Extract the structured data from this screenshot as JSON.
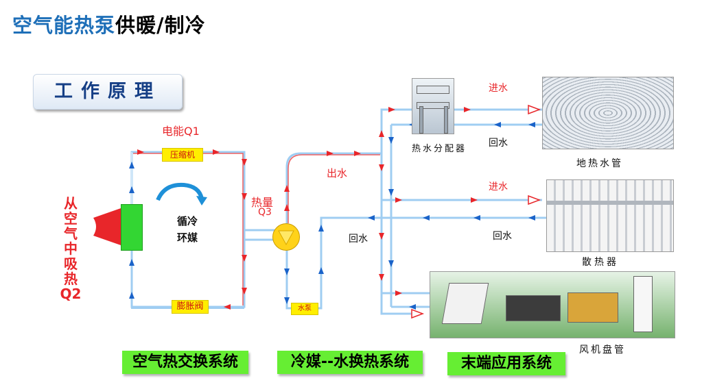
{
  "title": {
    "part1": "空气能热泵",
    "part2": "供暖/制冷"
  },
  "principle_label": "工作原理",
  "labels": {
    "electric_energy": "电能Q1",
    "compressor": "压缩机",
    "expansion_valve": "膨胀阀",
    "circulating_refrigerant_line1": "循冷",
    "circulating_refrigerant_line2": "环媒",
    "absorb_heat": "从空气中吸热",
    "q2": "Q2",
    "heat_q3_line1": "热量",
    "heat_q3_line2": "Q3",
    "water_pump": "水泵",
    "outlet_water": "出水",
    "return_water_left": "回水",
    "manifold": "热水分配器",
    "inlet_water_top": "进水",
    "return_water_top": "回水",
    "inlet_water_mid": "进水",
    "return_water_mid": "回水",
    "floor_heating_pipe": "地热水管",
    "radiator": "散热器",
    "fan_coil": "风机盘管"
  },
  "systems": [
    "空气热交换系统",
    "冷媒--水换热系统",
    "末端应用系统"
  ],
  "colors": {
    "hot": "#e8262a",
    "cold": "#1a63c9",
    "pipe": "#8fc0ee",
    "green": "#66ee33",
    "yellow": "#ffee00"
  },
  "icons": [
    "fan-air-intake-icon",
    "cycle-arrow-icon",
    "pump-icon"
  ]
}
